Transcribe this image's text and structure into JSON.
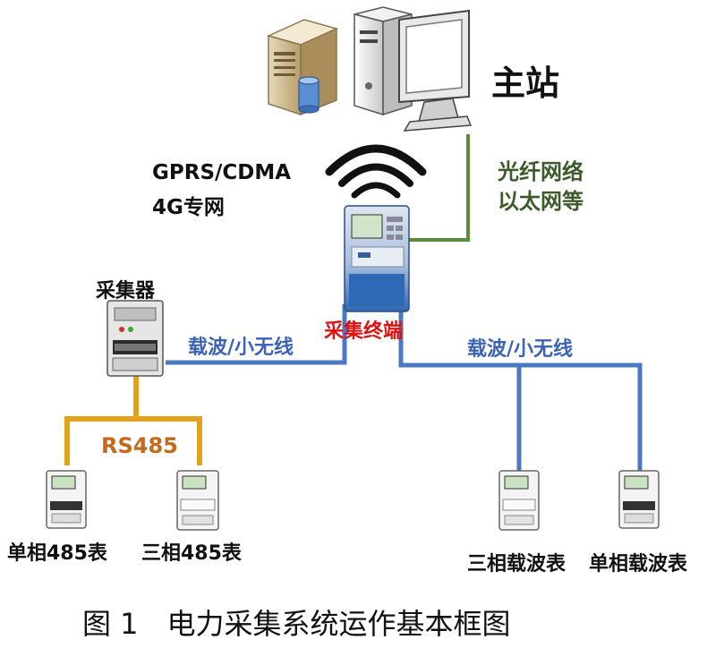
{
  "master_station": {
    "label": "主站"
  },
  "wireless_link": {
    "line1": "GPRS/CDMA",
    "line2": "4G专网"
  },
  "fiber_link": {
    "line1": "光纤网络",
    "line2": "以太网等"
  },
  "collector": {
    "label": "采集器"
  },
  "terminal": {
    "label": "采集终端"
  },
  "carrier_left": {
    "label": "载波/小无线"
  },
  "carrier_right": {
    "label": "载波/小无线"
  },
  "rs485_bus": {
    "label": "RS485"
  },
  "meters": {
    "single_485": "单相485表",
    "three_485": "三相485表",
    "three_carrier": "三相载波表",
    "single_carrier": "单相载波表"
  },
  "caption": "图 1　电力采集系统运作基本框图",
  "colors": {
    "carrier_line": "#4a79c2",
    "fiber_line": "#5a8a3a",
    "rs485_line": "#e3a21a",
    "terminal_label": "#e01010",
    "carrier_label": "#3c63b5",
    "rs485_label": "#c46a1a",
    "fiber_label": "#3d5a2a"
  }
}
